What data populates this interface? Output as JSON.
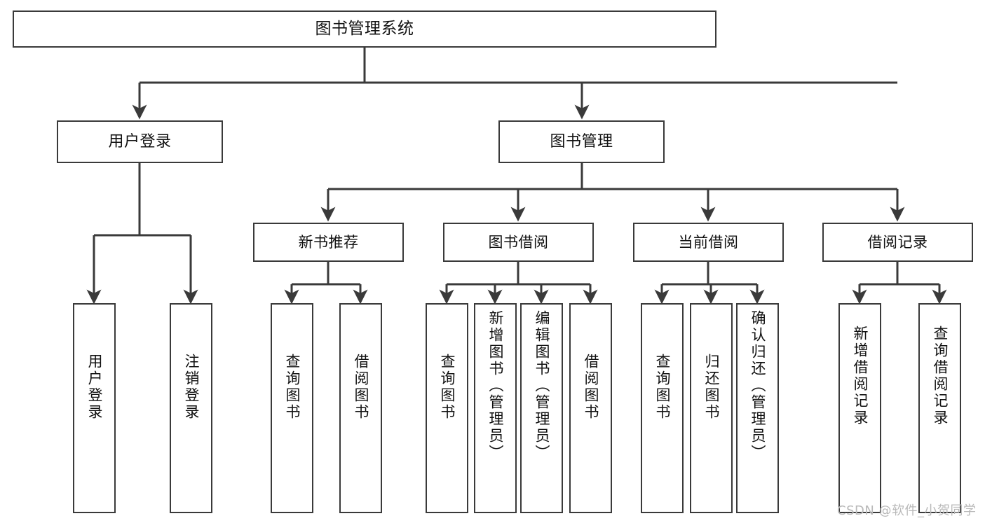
{
  "diagram": {
    "type": "tree",
    "title": "图书管理系统",
    "root": {
      "label": "图书管理系统"
    },
    "level2": [
      {
        "label": "用户登录"
      },
      {
        "label": "图书管理"
      }
    ],
    "level3": [
      {
        "label": "新书推荐"
      },
      {
        "label": "图书借阅"
      },
      {
        "label": "当前借阅"
      },
      {
        "label": "借阅记录"
      }
    ],
    "leaves": {
      "user_login": [
        {
          "label": "用户登录"
        },
        {
          "label": "注销登录"
        }
      ],
      "new_book": [
        {
          "label": "查询图书"
        },
        {
          "label": "借阅图书"
        }
      ],
      "borrow_book": [
        {
          "label": "查询图书"
        },
        {
          "label": "新增图书（管理员）"
        },
        {
          "label": "编辑图书（管理员）"
        },
        {
          "label": "借阅图书"
        }
      ],
      "current_borrow": [
        {
          "label": "查询图书"
        },
        {
          "label": "归还图书"
        },
        {
          "label": "确认归还（管理员）"
        }
      ],
      "borrow_record": [
        {
          "label": "新增借阅记录"
        },
        {
          "label": "查询借阅记录"
        }
      ]
    }
  },
  "watermark": {
    "text": "CSDN @软件_小贺同学"
  },
  "colors": {
    "border": "#3a3a3a",
    "text": "#111111",
    "background": "#ffffff",
    "watermark": "#b9b9b9"
  }
}
